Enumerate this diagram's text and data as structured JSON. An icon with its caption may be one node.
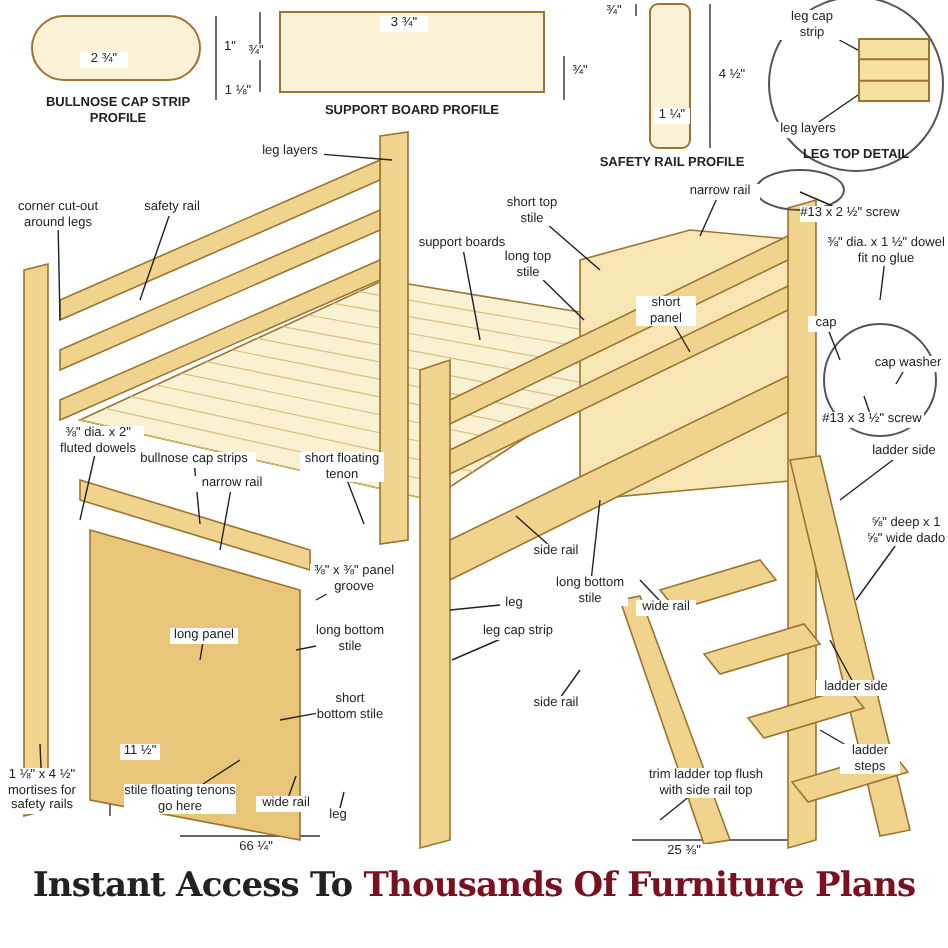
{
  "diagram": {
    "title": "Instant Access To **Thousands Of Furniture Plans**",
    "nodes": [
      {
        "text": [
          "BULLNOSE CAP STRIP PROFILE"
        ]
      },
      {
        "text": [
          "SUPPORT BOARD PROFILE"
        ]
      },
      {
        "text": [
          "SAFETY RAIL PROFILE"
        ]
      },
      {
        "text": [
          "LEG TOP DETAIL"
        ]
      },
      {
        "text": [],
        "shape": "box",
        "in": 3
      },
      {
        "text": [
          "leg cap strip"
        ],
        "in": 3
      },
      {
        "text": [
          "leg layers"
        ],
        "in": 3
      },
      {
        "text": [
          "leg layers"
        ]
      },
      {
        "text": [
          "corner cut-out around legs"
        ]
      },
      {
        "text": [
          "safety rail"
        ]
      },
      {
        "text": [
          "support boards"
        ]
      },
      {
        "text": [
          "short top stile"
        ]
      },
      {
        "text": [
          "long top stile"
        ]
      },
      {
        "text": [
          "short panel"
        ]
      },
      {
        "text": [
          "narrow rail"
        ]
      },
      {
        "text": [
          "#13 x 2 ½\" screw"
        ]
      },
      {
        "text": [
          "⅜\" dia. x 1 ½\" dowel fit no glue"
        ]
      },
      {
        "text": [
          "cap"
        ]
      },
      {
        "text": [
          "cap washer"
        ]
      },
      {
        "text": [
          "#13 x 3 ½\" screw"
        ]
      },
      {
        "text": [
          "ladder side"
        ]
      },
      {
        "text": [
          "⅝\" deep x 1 ⅝\" wide dado"
        ]
      },
      {
        "text": [
          "⅜\" dia. x 2\" fluted dowels"
        ]
      },
      {
        "text": [
          "bullnose cap strips"
        ]
      },
      {
        "text": [
          "narrow rail"
        ]
      },
      {
        "text": [
          "short floating tenon"
        ]
      },
      {
        "text": [
          "⅜\" x ⅜\" panel groove"
        ]
      },
      {
        "text": [
          "long panel"
        ]
      },
      {
        "text": [
          "long bottom stile"
        ]
      },
      {
        "text": [
          "short bottom stile"
        ]
      },
      {
        "text": [
          "1 ⅛\" x 4 ½\" mortises for safety rails"
        ]
      },
      {
        "text": [
          "stile floating tenons go here"
        ]
      },
      {
        "text": [
          "wide rail"
        ]
      },
      {
        "text": [
          "leg"
        ]
      },
      {
        "text": [
          "side rail"
        ]
      },
      {
        "text": [
          "long bottom stile"
        ]
      },
      {
        "text": [
          "wide rail"
        ]
      },
      {
        "text": [
          "leg"
        ]
      },
      {
        "text": [
          "leg cap strip"
        ]
      },
      {
        "text": [
          "side rail"
        ]
      },
      {
        "text": [
          "trim ladder top flush with side rail top"
        ]
      },
      {
        "text": [
          "ladder side"
        ]
      },
      {
        "text": [
          "ladder steps"
        ]
      }
    ],
    "edges": [
      {
        "from": 5,
        "to": 4,
        "arrow": "none"
      },
      {
        "from": 6,
        "to": 4,
        "arrow": "none"
      },
      {
        "from": 7,
        "to": null,
        "arrow": "none"
      },
      {
        "from": 8,
        "to": null,
        "arrow": "none"
      },
      {
        "from": 9,
        "to": null,
        "arrow": "none"
      },
      {
        "from": 10,
        "to": null,
        "arrow": "none"
      },
      {
        "from": 11,
        "to": null,
        "arrow": "none"
      },
      {
        "from": 12,
        "to": null,
        "arrow": "none"
      },
      {
        "from": 13,
        "to": null,
        "arrow": "none"
      },
      {
        "from": 14,
        "to": null,
        "arrow": "none"
      },
      {
        "from": 15,
        "to": null,
        "arrow": "none"
      },
      {
        "from": 16,
        "to": null,
        "arrow": "none"
      },
      {
        "from": 17,
        "to": null,
        "arrow": "none"
      },
      {
        "from": 18,
        "to": null,
        "arrow": "none"
      },
      {
        "from": 19,
        "to": null,
        "arrow": "none"
      },
      {
        "from": 20,
        "to": null,
        "arrow": "none"
      },
      {
        "from": 21,
        "to": null,
        "arrow": "none"
      },
      {
        "from": 22,
        "to": null,
        "arrow": "none"
      },
      {
        "from": 23,
        "to": null,
        "arrow": "none"
      },
      {
        "from": 24,
        "to": null,
        "arrow": "none"
      },
      {
        "from": 25,
        "to": null,
        "arrow": "none"
      },
      {
        "from": 26,
        "to": null,
        "arrow": "none"
      },
      {
        "from": 27,
        "to": null,
        "arrow": "none"
      },
      {
        "from": 28,
        "to": null,
        "arrow": "none"
      },
      {
        "from": 29,
        "to": null,
        "arrow": "none"
      },
      {
        "from": 30,
        "to": null,
        "arrow": "none"
      },
      {
        "from": 31,
        "to": null,
        "arrow": "none"
      },
      {
        "from": 32,
        "to": null,
        "arrow": "none"
      },
      {
        "from": 33,
        "to": null,
        "arrow": "none"
      },
      {
        "from": 34,
        "to": null,
        "arrow": "none"
      },
      {
        "from": 35,
        "to": null,
        "arrow": "none"
      },
      {
        "from": 36,
        "to": null,
        "arrow": "none"
      },
      {
        "from": 37,
        "to": null,
        "arrow": "none"
      },
      {
        "from": 38,
        "to": null,
        "arrow": "none"
      },
      {
        "from": 39,
        "to": null,
        "arrow": "none"
      },
      {
        "from": 40,
        "to": null,
        "arrow": "none"
      },
      {
        "from": 41,
        "to": null,
        "arrow": "none"
      },
      {
        "from": 42,
        "to": null,
        "arrow": "none"
      }
    ],
    "labels": [
      "2 ¾\"",
      "1\"",
      "1 ⅛\"",
      "3 ¾\"",
      "¾\"",
      "¾\"",
      "¾\"",
      "4 ½\"",
      "1 ¼\"",
      "11 ½\"",
      "66 ¼\"",
      "25 ⅜\""
    ]
  }
}
